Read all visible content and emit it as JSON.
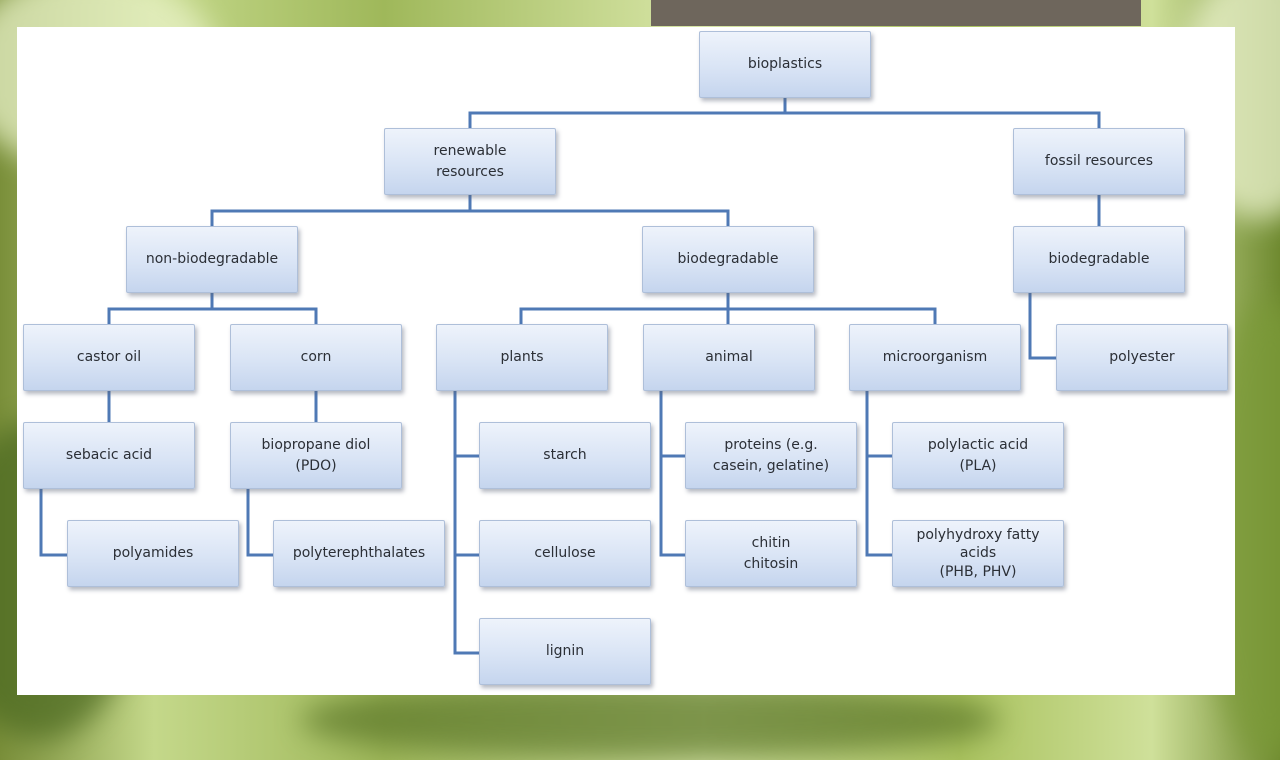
{
  "nodes": {
    "bioplastics": "bioplastics",
    "renewable_resources": [
      "renewable",
      "resources"
    ],
    "fossil_resources": "fossil resources",
    "non_biodegradable": "non-biodegradable",
    "biodegradable_renewable": "biodegradable",
    "biodegradable_fossil": "biodegradable",
    "castor_oil": "castor oil",
    "corn": "corn",
    "plants": "plants",
    "animal": "animal",
    "microorganism": "microorganism",
    "polyester": "polyester",
    "sebacic_acid": "sebacic acid",
    "biopropane_diol": [
      "biopropane diol",
      "(PDO)"
    ],
    "starch": "starch",
    "proteins": [
      "proteins (e.g.",
      "casein, gelatine)"
    ],
    "polylactic_acid": [
      "polylactic acid",
      "(PLA)"
    ],
    "polyamides": "polyamides",
    "polyterephthalates": "polyterephthalates",
    "cellulose": "cellulose",
    "chitin_chitosin": [
      "chitin",
      "chitosin"
    ],
    "polyhydroxy": [
      "polyhydroxy fatty",
      "acids",
      "(PHB, PHV)"
    ],
    "lignin": "lignin"
  },
  "colors": {
    "connector": "#4f79b5",
    "box_top": "#eef3fb",
    "box_bottom": "#c5d5ee",
    "header_bar": "#6e665c"
  }
}
